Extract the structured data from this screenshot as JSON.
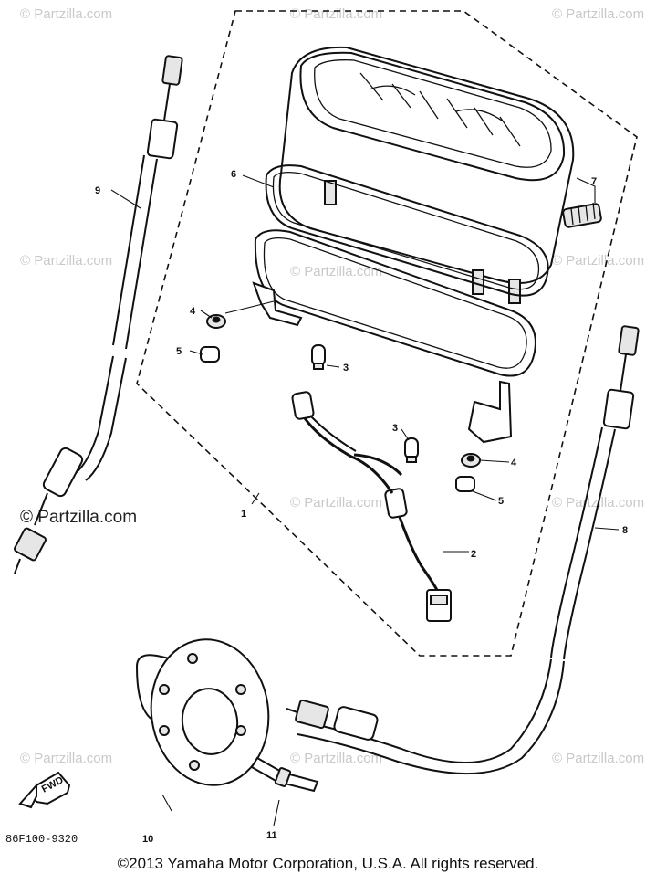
{
  "watermarks": {
    "small": "© Partzilla.com",
    "main": "© Partzilla.com"
  },
  "callouts": {
    "c1": "1",
    "c2": "2",
    "c3a": "3",
    "c3b": "3",
    "c4a": "4",
    "c4b": "4",
    "c5a": "5",
    "c5b": "5",
    "c6": "6",
    "c7": "7",
    "c8": "8",
    "c9": "9",
    "c10": "10",
    "c11": "11"
  },
  "direction_arrow": "FWD",
  "diagram_code": "86F100-9320",
  "copyright": "©2013 Yamaha Motor Corporation, U.S.A. All rights reserved."
}
